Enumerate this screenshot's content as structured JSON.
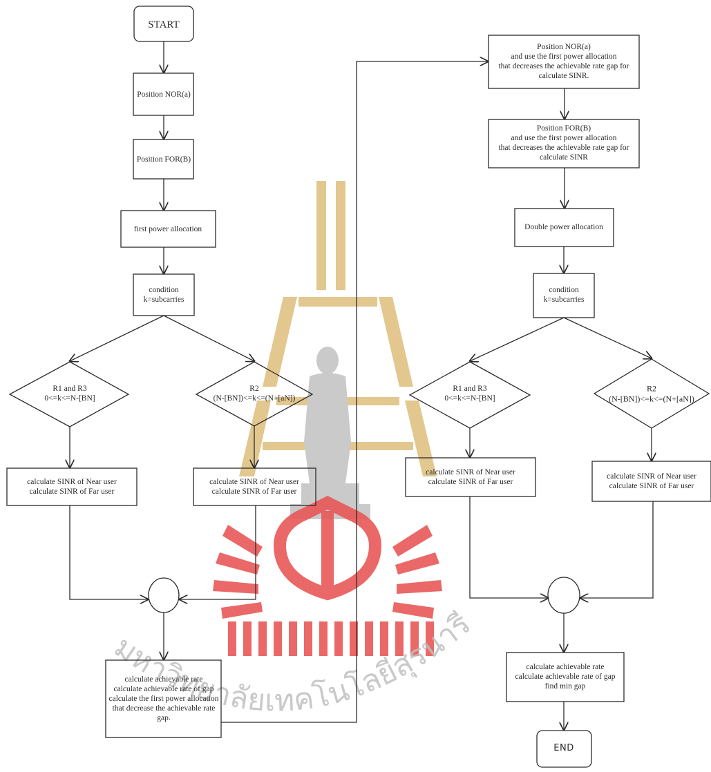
{
  "left_flow": {
    "start": "START",
    "position_nor": "Position NOR(a)",
    "position_for": "Position FOR(B)",
    "first_power": "first power allocation",
    "condition": [
      "condition",
      "k=subcarries"
    ],
    "r1r3": [
      "R1 and R3",
      "0<=k<=N-[BN]"
    ],
    "r2": [
      "R2",
      "(N-[BN])<=k<=(N+[aN])"
    ],
    "sinr_left": [
      "calculate SINR of Near user",
      "calculate SINR of Far user"
    ],
    "sinr_right": [
      "calculate SINR of Near user",
      "calculate SINR of Far user"
    ],
    "achievable": [
      "calculate achievable rate",
      "calculate achievable rate of gap",
      "calculate the first power allocation",
      "that decrease the achievable rate",
      "gap."
    ]
  },
  "right_flow": {
    "position_nor": [
      "Position NOR(a)",
      "and use the first power allocation",
      "that decreases the achievable rate gap for",
      "calculate SINR."
    ],
    "position_for": [
      "Position FOR(B)",
      "and use the first power allocation",
      "that decreases the achievable rate gap for",
      "calculate SINR"
    ],
    "double_power": "Double power allocation",
    "condition": [
      "condition",
      "k=subcarries"
    ],
    "r1r3": [
      "R1 and R3",
      "0<=k<=N-[BN]"
    ],
    "r2": [
      "R2",
      "(N-[BN])<=k<=(N+[aN])"
    ],
    "sinr_left": [
      "calculate SINR of Near user",
      "calculate SINR of Far user"
    ],
    "sinr_right": [
      "calculate SINR of Near user",
      "calculate SINR of Far user"
    ],
    "final": [
      "calculate achievable rate",
      "calculate achievable rate of gap",
      "find min gap"
    ],
    "end": "END"
  },
  "watermark_text": "มหาวิทยาลัยเทคโนโลยีสุรนารี",
  "colors": {
    "stroke": "#2b2b2b",
    "watermark_red": "#e43f3f",
    "watermark_gold": "#c7a050",
    "watermark_gray": "#bdbdbd"
  }
}
